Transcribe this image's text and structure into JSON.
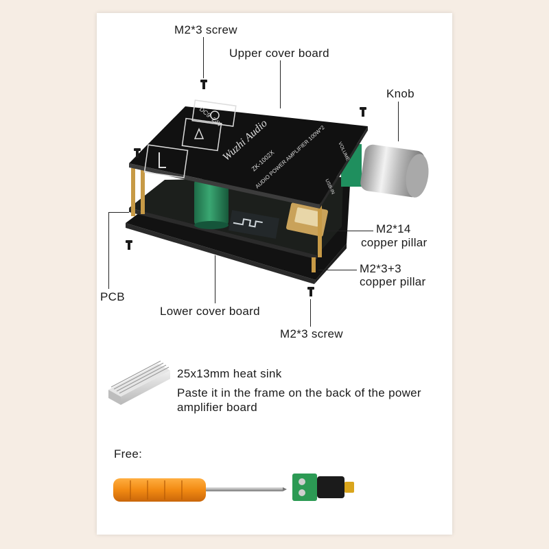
{
  "callouts": {
    "m23_screw_top": "M2*3 screw",
    "upper_cover_board": "Upper cover board",
    "knob": "Knob",
    "m214_pillar_line1": "M2*14",
    "m214_pillar_line2": "copper pillar",
    "m233_pillar_line1": "M2*3+3",
    "m233_pillar_line2": "copper pillar",
    "pcb": "PCB",
    "lower_cover_board": "Lower cover board",
    "m23_screw_bottom": "M2*3 screw"
  },
  "board_printing": {
    "brand": "Wuzhi Audio",
    "model": "ZK-1002X",
    "product": "AUDIO POWER AMPLIFIER 100W*2",
    "voltage": "DC9~24V",
    "volume": "VOLUME",
    "usb": "USB-IN"
  },
  "heat_sink": {
    "title": "25x13mm heat sink",
    "description_line1": "Paste it in the frame on the back of the power",
    "description_line2": "amplifier board"
  },
  "free_items": {
    "label": "Free:"
  },
  "colors": {
    "page_background": "#f6ede4",
    "card_background": "#ffffff",
    "board_black": "#111111",
    "pcb_dark": "#1c1f1c",
    "screwdriver_handle": "#f28a12",
    "connector_green": "#2c9a54",
    "connector_gold": "#d9a51c"
  }
}
